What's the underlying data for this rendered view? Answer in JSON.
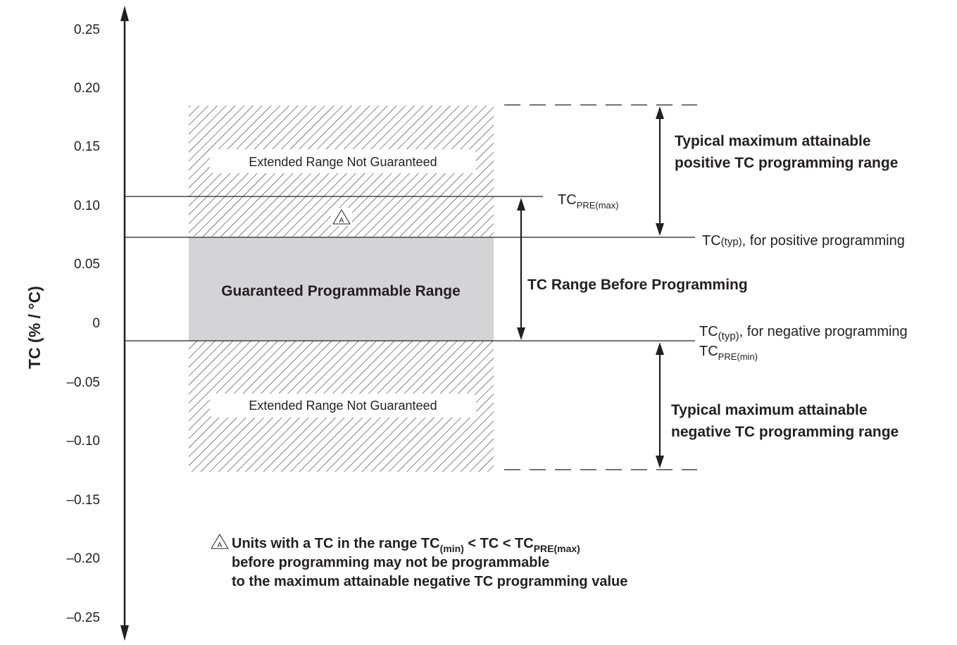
{
  "axis": {
    "ylabel": "TC (% / °C)",
    "ticks": [
      "0.25",
      "0.20",
      "0.15",
      "0.10",
      "0.05",
      "0",
      "–0.05",
      "–0.10",
      "–0.15",
      "–0.20",
      "–0.25"
    ]
  },
  "regions": {
    "upper_extended": "Extended Range Not Guaranteed",
    "lower_extended": "Extended Range Not Guaranteed",
    "guaranteed": "Guaranteed Programmable Range",
    "note_marker": "A"
  },
  "annotations": {
    "tc_pre_max_base": "TC",
    "tc_pre_max_sub": "PRE(max)",
    "tc_typ_pos_base": "TC",
    "tc_typ_pos_sub": "(typ)",
    "tc_typ_pos_rest": ", for positive programming",
    "tc_typ_neg_base": "TC",
    "tc_typ_neg_sub": "(typ)",
    "tc_typ_neg_rest": ", for negative programming",
    "tc_pre_min_base": "TC",
    "tc_pre_min_sub": "PRE(min)",
    "range_before": "TC Range Before Programming",
    "pos_range_line1": "Typical maximum attainable",
    "pos_range_line2": "positive TC programming range",
    "neg_range_line1": "Typical maximum attainable",
    "neg_range_line2": "negative TC programming range"
  },
  "footnote": {
    "marker": "A",
    "line1_a": "Units with a TC in the range TC",
    "line1_sub1": "(min)",
    "line1_b": " < TC < TC",
    "line1_sub2": "PRE(max)",
    "line2": "before programming may not be programmable",
    "line3": "to the maximum attainable negative TC programming value"
  },
  "colors": {
    "line": "#231f20",
    "guaranteed_fill": "#d4d4d6",
    "hatch": "#231f20"
  }
}
